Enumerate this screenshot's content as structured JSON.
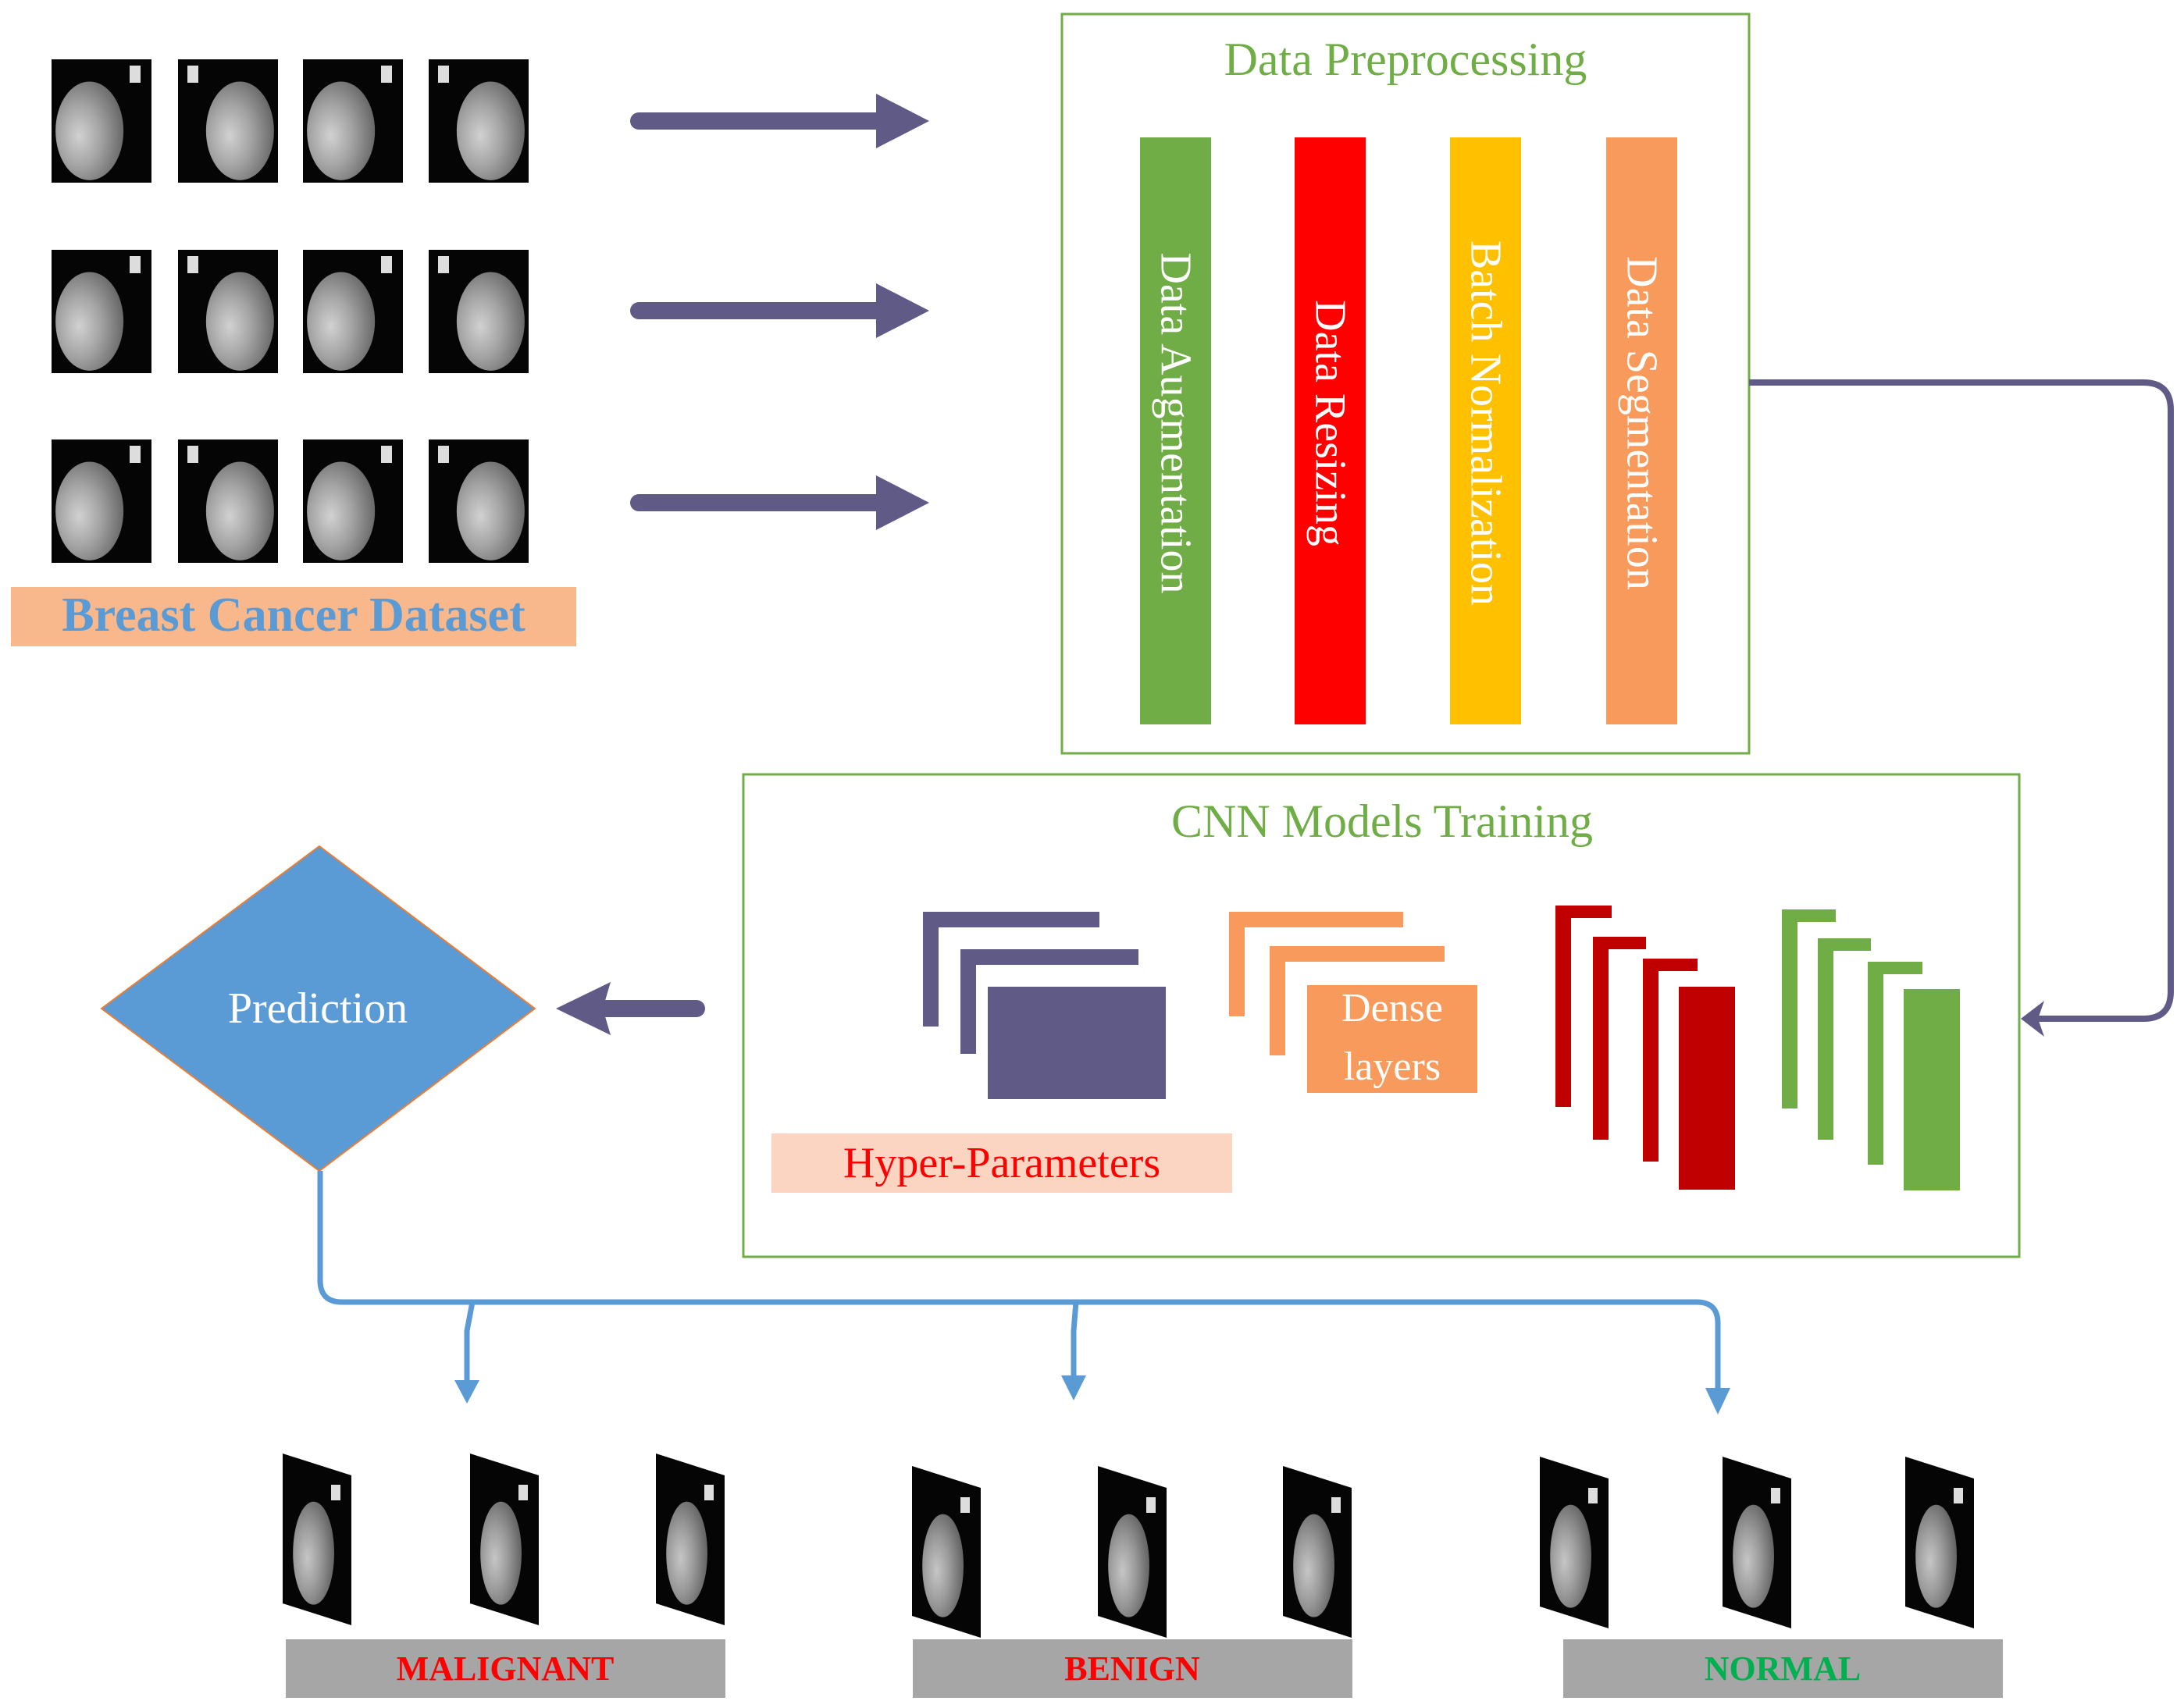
{
  "dataset": {
    "label": "Breast Cancer Dataset",
    "thumbnail_rows": 3,
    "thumbnails_per_row": 4
  },
  "preprocessing": {
    "title": "Data Preprocessing",
    "steps": [
      {
        "label": "Data Augmentation",
        "color": "#70AD47"
      },
      {
        "label": "Data Resizing",
        "color": "#FF0000"
      },
      {
        "label": "Batch Normalization",
        "color": "#FFC000"
      },
      {
        "label": "Data Segmentation",
        "color": "#F79A5B"
      }
    ]
  },
  "training": {
    "title": "CNN Models Training",
    "hyper_parameters_label": "Hyper-Parameters",
    "dense_layers_line1": "Dense",
    "dense_layers_line2": "layers"
  },
  "prediction": {
    "label": "Prediction",
    "color": "#5B9BD5"
  },
  "classes": [
    {
      "label": "MALIGNANT",
      "color": "#FF0000"
    },
    {
      "label": "BENIGN",
      "color": "#FF0000"
    },
    {
      "label": "NORMAL",
      "color": "#00B050"
    }
  ],
  "colors": {
    "arrow": "#605A87",
    "frame": "#70AD47",
    "title_text": "#70AD47",
    "dataset_text": "#5B9BD5",
    "dataset_bg": "#F8B88C",
    "hyper_bg": "#FBD5C2",
    "hyper_text": "#FF0000",
    "class_bar": "#A6A6A6",
    "connector": "#5B9BD5"
  }
}
